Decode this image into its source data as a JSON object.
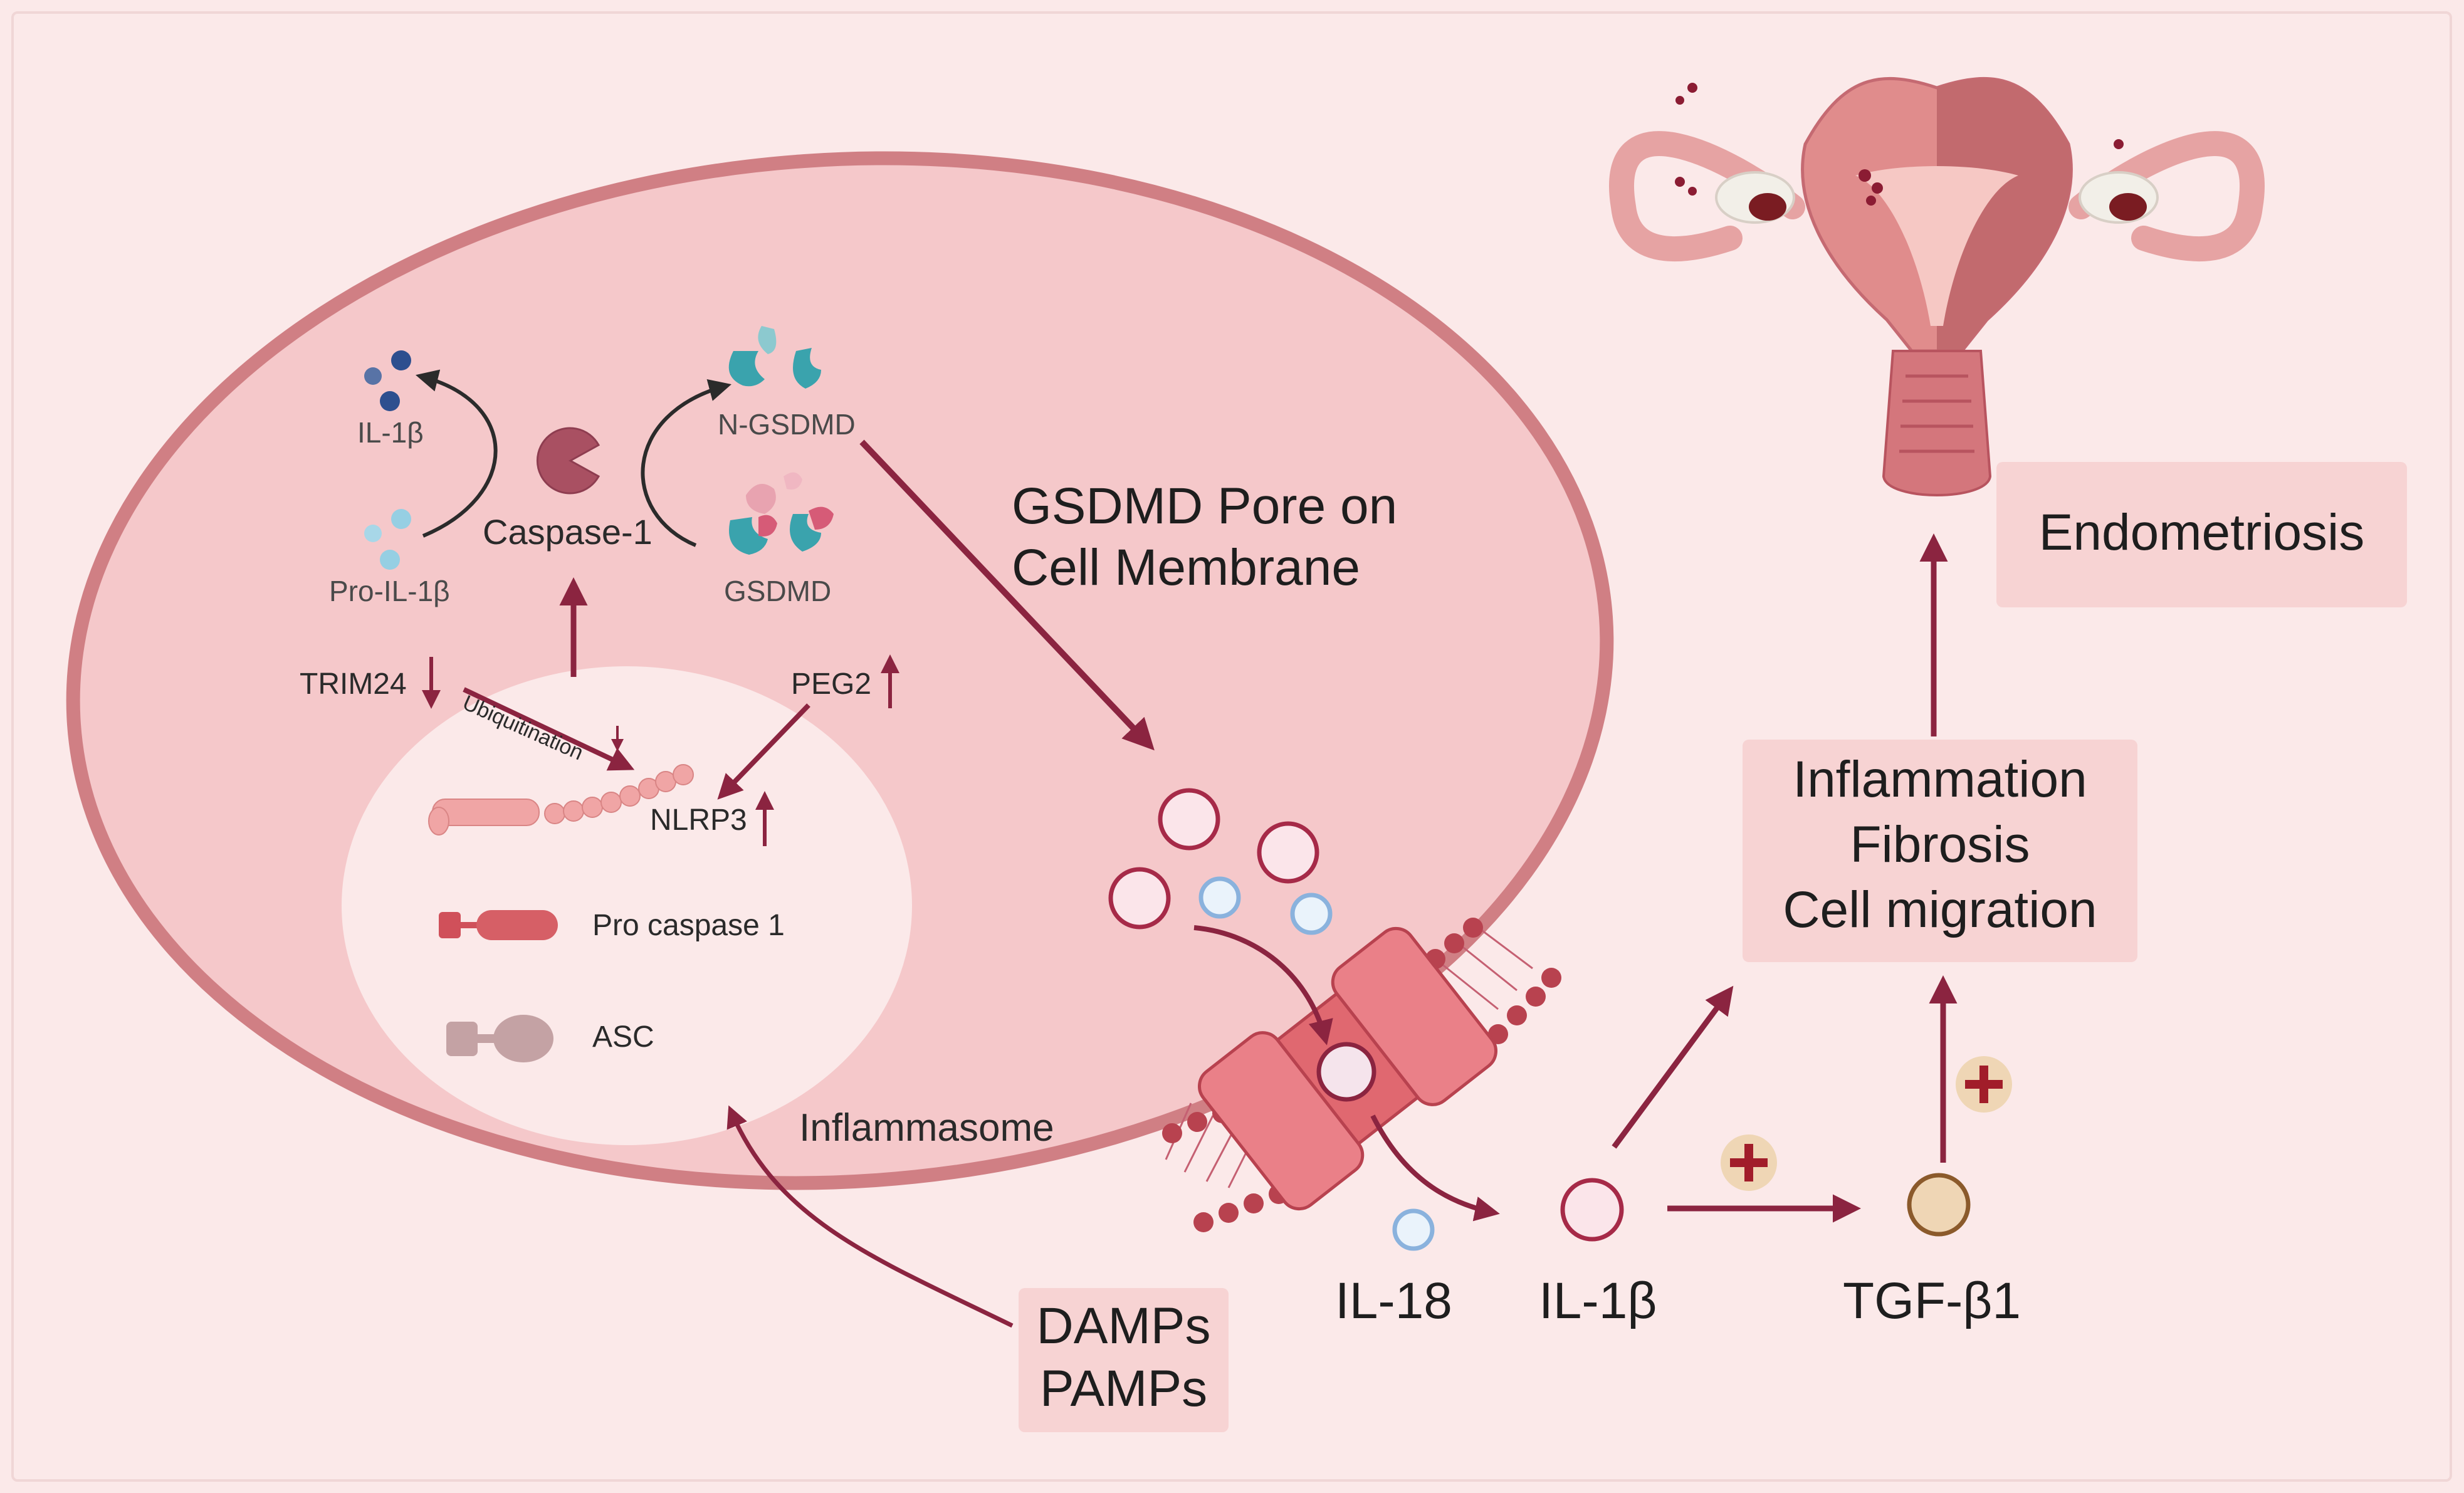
{
  "cell": {
    "il1b_top": "IL-1β",
    "pro_il1b": "Pro-IL-1β",
    "caspase1": "Caspase-1",
    "n_gsdmd": "N-GSDMD",
    "gsdmd": "GSDMD",
    "trim24": "TRIM24",
    "peg2": "PEG2",
    "ubiquitination": "Ubiquitination",
    "nlrp3": "NLRP3",
    "pro_caspase1": "Pro caspase 1",
    "asc": "ASC",
    "inflammasome": "Inflammasome",
    "pore_line1": "GSDMD Pore on",
    "pore_line2": "Cell Membrane"
  },
  "outside": {
    "damps": "DAMPs",
    "pamps": "PAMPs",
    "il18": "IL-18",
    "il1b": "IL-1β",
    "tgfb1": "TGF-β1",
    "effects": [
      "Inflammation",
      "Fibrosis",
      "Cell migration"
    ],
    "endometriosis": "Endometriosis"
  },
  "colors": {
    "background": "#fbe9e9",
    "cell_fill": "#f5c8ca",
    "cell_border": "#d07f84",
    "nucleus": "#fbe9e9",
    "arrow": "#8b2440",
    "label_box": "#f7d3d3",
    "tgf_fill": "#efd6b5",
    "plus": "#a11d2a"
  },
  "icons": [
    "caspase-pacman-icon",
    "gsdmd-protein-icon",
    "nlrp3-chain-icon",
    "pro-caspase-icon",
    "asc-icon",
    "gsdmd-pore-icon",
    "uterus-icon",
    "plus-icon"
  ]
}
